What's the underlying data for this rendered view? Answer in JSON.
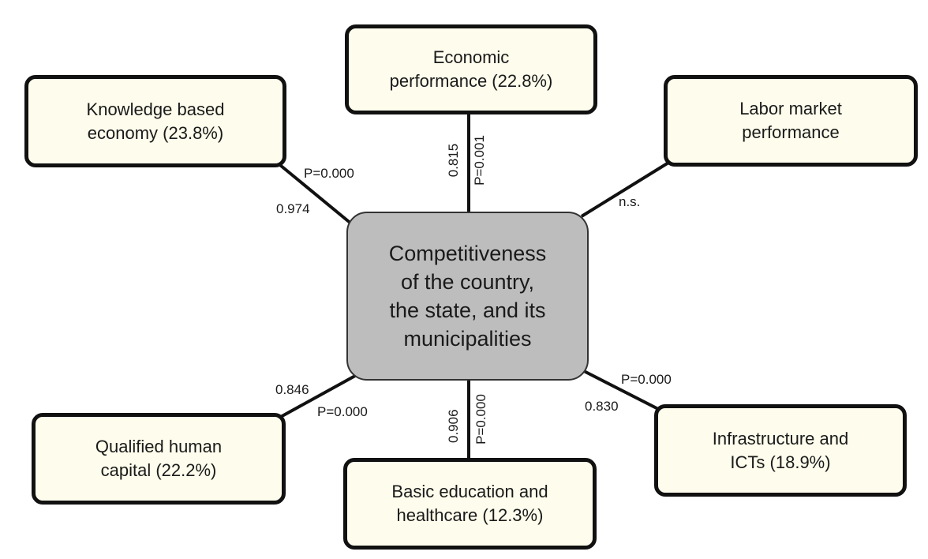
{
  "center": {
    "line1": "Competitiveness",
    "line2": "of the country,",
    "line3": "the state, and its",
    "line4": "municipalities"
  },
  "nodes": {
    "economic": {
      "line1": "Economic",
      "line2": "performance (22.8%)"
    },
    "knowledge": {
      "line1": "Knowledge based",
      "line2": "economy (23.8%)"
    },
    "labor": {
      "line1": "Labor market",
      "line2": "performance"
    },
    "qualified": {
      "line1": "Qualified human",
      "line2": "capital (22.2%)"
    },
    "basic": {
      "line1": "Basic education and",
      "line2": "healthcare (12.3%)"
    },
    "infra": {
      "line1": "Infrastructure and",
      "line2": "ICTs (18.9%)"
    }
  },
  "links": {
    "economic": {
      "coef": "0.815",
      "p": "P=0.001"
    },
    "knowledge": {
      "coef": "0.974",
      "p": "P=0.000"
    },
    "labor": {
      "note": "n.s."
    },
    "qualified": {
      "coef": "0.846",
      "p": "P=0.000"
    },
    "basic": {
      "coef": "0.906",
      "p": "P=0.000"
    },
    "infra": {
      "coef": "0.830",
      "p": "P=0.000"
    }
  }
}
